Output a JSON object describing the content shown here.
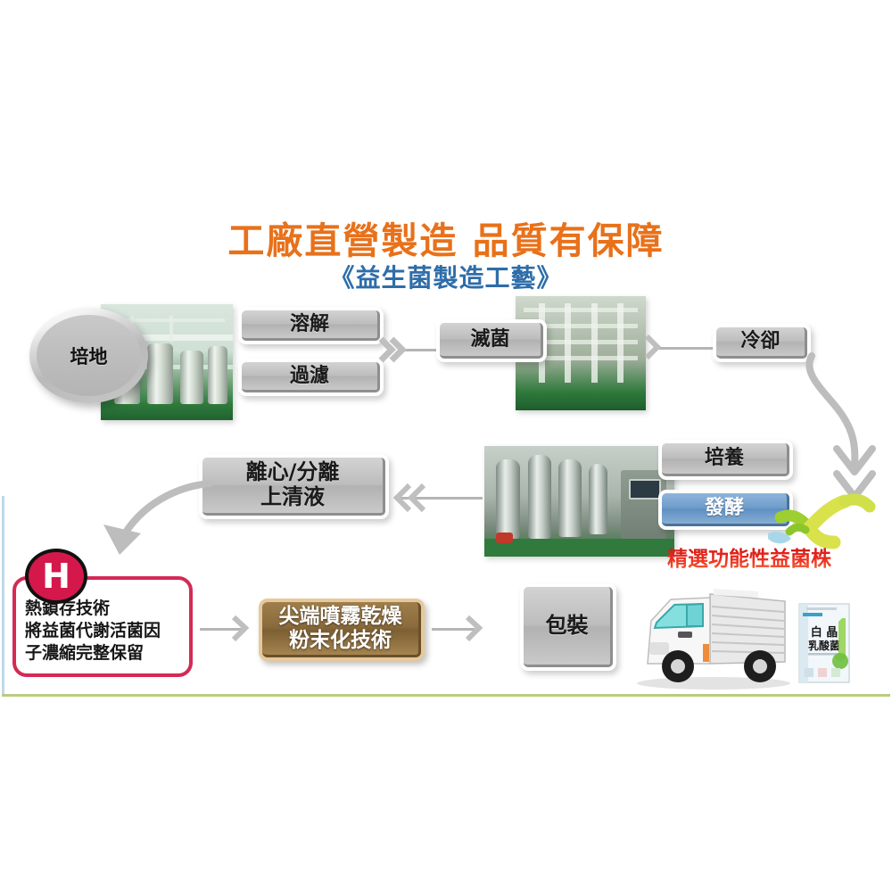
{
  "heading": {
    "title": "工廠直營製造 品質有保障",
    "subtitle": "《益生菌製造工藝》",
    "title_color": "#e8711a",
    "subtitle_color": "#2e6da8"
  },
  "flow": {
    "culture_medium": "培地",
    "dissolve": "溶解",
    "filter": "過濾",
    "sterilize": "滅菌",
    "cool": "冷卻",
    "cultivate": "培養",
    "ferment": "發酵",
    "centrifuge_line1": "離心/分離",
    "centrifuge_line2": "上清液",
    "spray_dry_line1": "尖端噴霧乾燥",
    "spray_dry_line2": "粉末化技術",
    "packaging": "包裝"
  },
  "heat_lock": {
    "badge": "H",
    "line1": "熱鎖存技術",
    "line2": "將益菌代謝活菌因",
    "line3": "子濃縮完整保留",
    "border_color": "#d42a55",
    "badge_color": "#d4184c"
  },
  "annotation": {
    "strain_caption": "精選功能性益菌株",
    "caption_color": "#e8251f"
  },
  "icons": {
    "medium_tanks_photo": "factory-tanks-photo",
    "sterilizer_photo": "sterilizer-equipment-photo",
    "fermenter_photo": "fermentation-equipment-photo",
    "bacteria": "y-shaped-bacteria-icon",
    "truck": "delivery-truck-icon",
    "product": "product-package-icon",
    "arrow": "chevron-arrow-icon"
  },
  "product_box": {
    "brand_line1": "白 晶",
    "brand_line2": "乳 酸 菌"
  }
}
